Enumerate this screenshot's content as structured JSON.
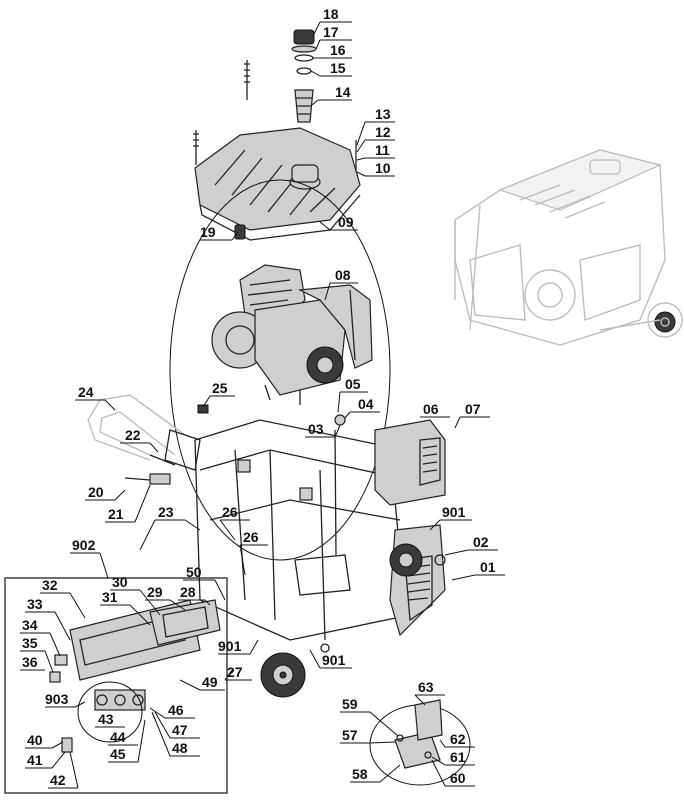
{
  "parts": {
    "p18": "18",
    "p17": "17",
    "p16": "16",
    "p15": "15",
    "p14": "14",
    "p13": "13",
    "p12": "12",
    "p11": "11",
    "p10": "10",
    "p09": "09",
    "p19": "19",
    "p08": "08",
    "p24": "24",
    "p25": "25",
    "p05": "05",
    "p04": "04",
    "p03": "03",
    "p06": "06",
    "p07": "07",
    "p22": "22",
    "p20": "20",
    "p21": "21",
    "p23": "23",
    "p26a": "26",
    "p26b": "26",
    "p901a": "901",
    "p02": "02",
    "p01": "01",
    "p902": "902",
    "p32": "32",
    "p30": "30",
    "p31": "31",
    "p29": "29",
    "p28": "28",
    "p50": "50",
    "p33": "33",
    "p34": "34",
    "p35": "35",
    "p36": "36",
    "p901b": "901",
    "p901c": "901",
    "p27": "27",
    "p49": "49",
    "p903": "903",
    "p43": "43",
    "p44": "44",
    "p45": "45",
    "p46": "46",
    "p47": "47",
    "p48": "48",
    "p40": "40",
    "p41": "41",
    "p42": "42",
    "p59": "59",
    "p63": "63",
    "p57": "57",
    "p62": "62",
    "p61": "61",
    "p58": "58",
    "p60": "60"
  }
}
